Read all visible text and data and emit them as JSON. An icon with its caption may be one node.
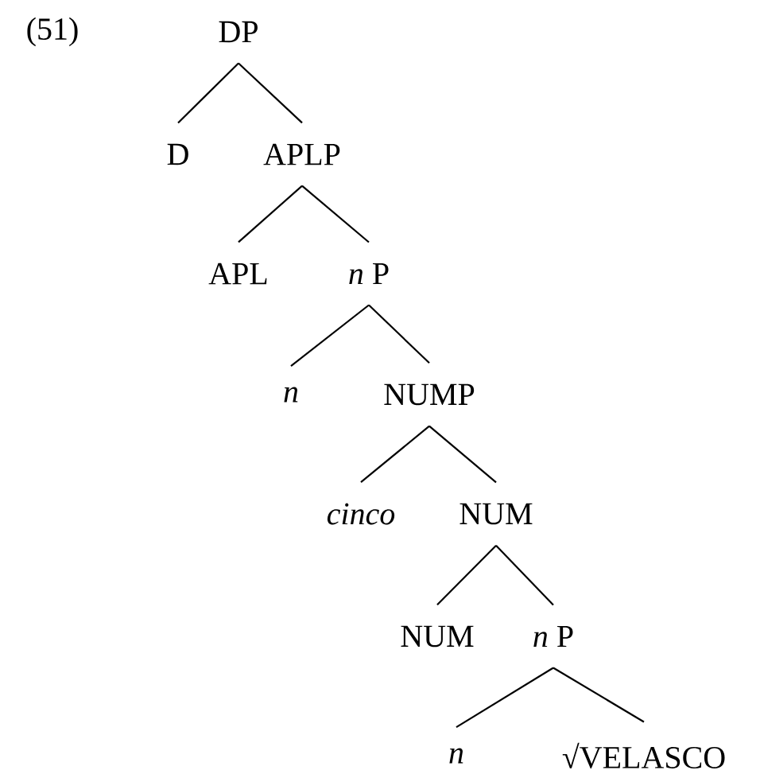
{
  "diagram": {
    "nodes": [
      {
        "text": [
          "DP"
        ]
      },
      {
        "text": [
          "D"
        ]
      },
      {
        "text": [
          "APLP"
        ]
      },
      {
        "text": [
          "APL"
        ]
      },
      {
        "text": [
          "*n* P"
        ]
      },
      {
        "text": [
          "n"
        ]
      },
      {
        "text": [
          "NUMP"
        ]
      },
      {
        "text": [
          "cinco"
        ]
      },
      {
        "text": [
          "NUM"
        ]
      },
      {
        "text": [
          "NUM"
        ]
      },
      {
        "text": [
          "*n* P"
        ]
      },
      {
        "text": [
          "n"
        ]
      },
      {
        "text": [
          "√VELASCO"
        ]
      }
    ],
    "edges": [
      {
        "from": 0,
        "to": 1,
        "arrow": "none"
      },
      {
        "from": 0,
        "to": 2,
        "arrow": "none"
      },
      {
        "from": 2,
        "to": 3,
        "arrow": "none"
      },
      {
        "from": 2,
        "to": 4,
        "arrow": "none"
      },
      {
        "from": 4,
        "to": 5,
        "arrow": "none"
      },
      {
        "from": 4,
        "to": 6,
        "arrow": "none"
      },
      {
        "from": 6,
        "to": 7,
        "arrow": "none"
      },
      {
        "from": 6,
        "to": 8,
        "arrow": "none"
      },
      {
        "from": 8,
        "to": 9,
        "arrow": "none"
      },
      {
        "from": 8,
        "to": 10,
        "arrow": "none"
      },
      {
        "from": 10,
        "to": 11,
        "arrow": "none"
      },
      {
        "from": 10,
        "to": 12,
        "arrow": "none"
      }
    ],
    "labels": [
      "(51)"
    ]
  }
}
